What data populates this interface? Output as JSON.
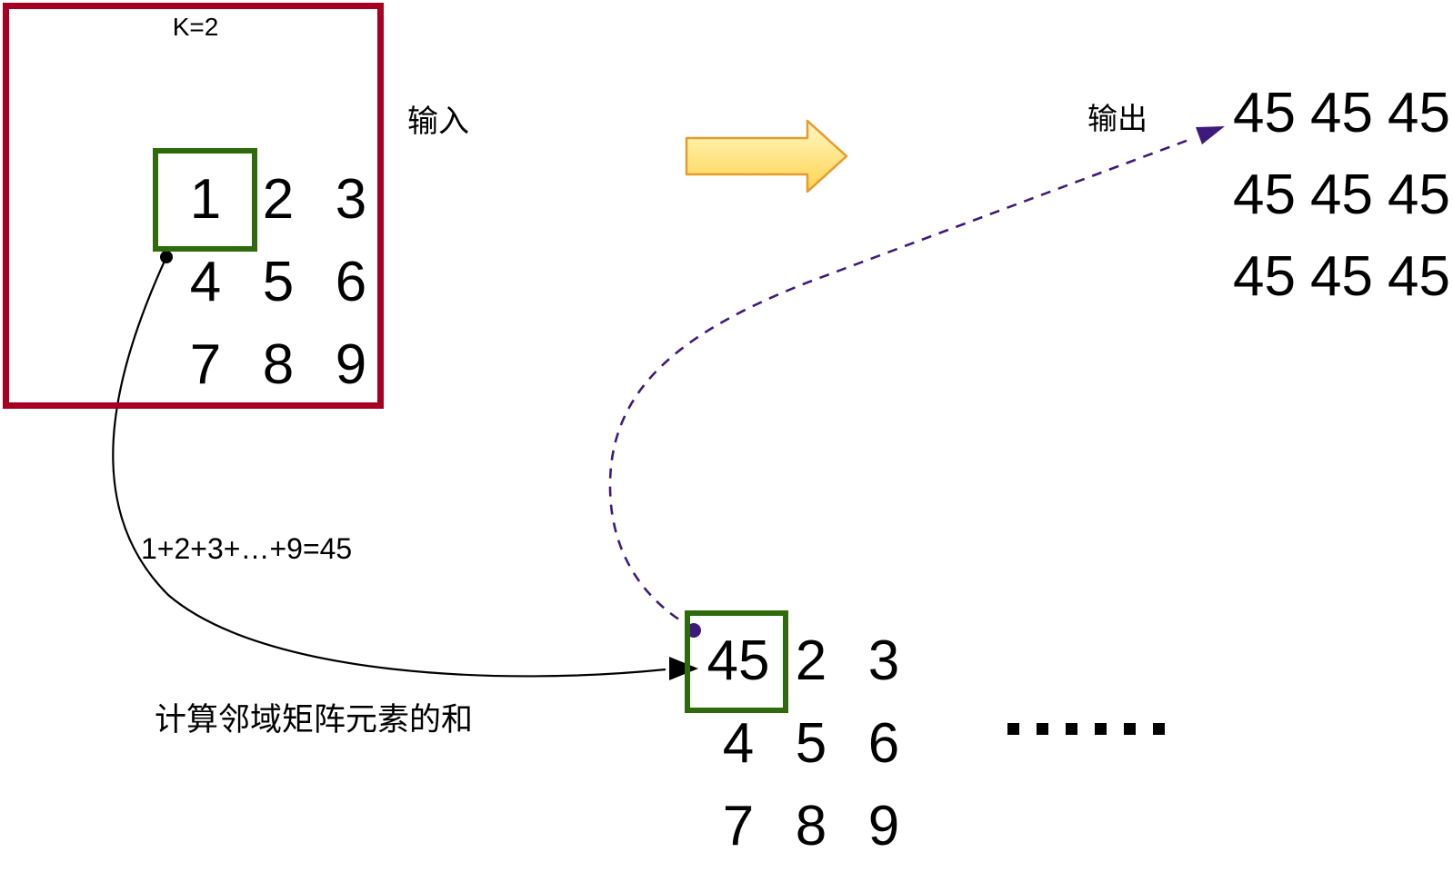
{
  "kernel": {
    "label": "K=2"
  },
  "labels": {
    "input": "输入",
    "output": "输出"
  },
  "input_matrix": {
    "values": [
      [
        "1",
        "2",
        "3"
      ],
      [
        "4",
        "5",
        "6"
      ],
      [
        "7",
        "8",
        "9"
      ]
    ],
    "highlighted_value": "1"
  },
  "sum_matrix": {
    "values": [
      [
        "45",
        "2",
        "3"
      ],
      [
        "4",
        "5",
        "6"
      ],
      [
        "7",
        "8",
        "9"
      ]
    ],
    "highlighted_value": "45"
  },
  "output_matrix": {
    "values": [
      [
        "45",
        "45",
        "45"
      ],
      [
        "45",
        "45",
        "45"
      ],
      [
        "45",
        "45",
        "45"
      ]
    ]
  },
  "annotations": {
    "formula": "1+2+3+…+9=45",
    "caption": "计算邻域矩阵元素的和",
    "ellipsis": "......"
  },
  "icons": {
    "flow_arrow": "right-arrow-icon",
    "black_connector": "curved-arrow",
    "purple_connector": "dashed-curved-arrow"
  },
  "colors": {
    "kernel_border": "#A50024",
    "highlight_border": "#2F6B0C",
    "connector_black": "#000000",
    "connector_purple": "#3F1A7D",
    "arrow_fill_top": "#FFF8C5",
    "arrow_fill_bottom": "#FFD34F",
    "arrow_stroke": "#E79A2E"
  }
}
